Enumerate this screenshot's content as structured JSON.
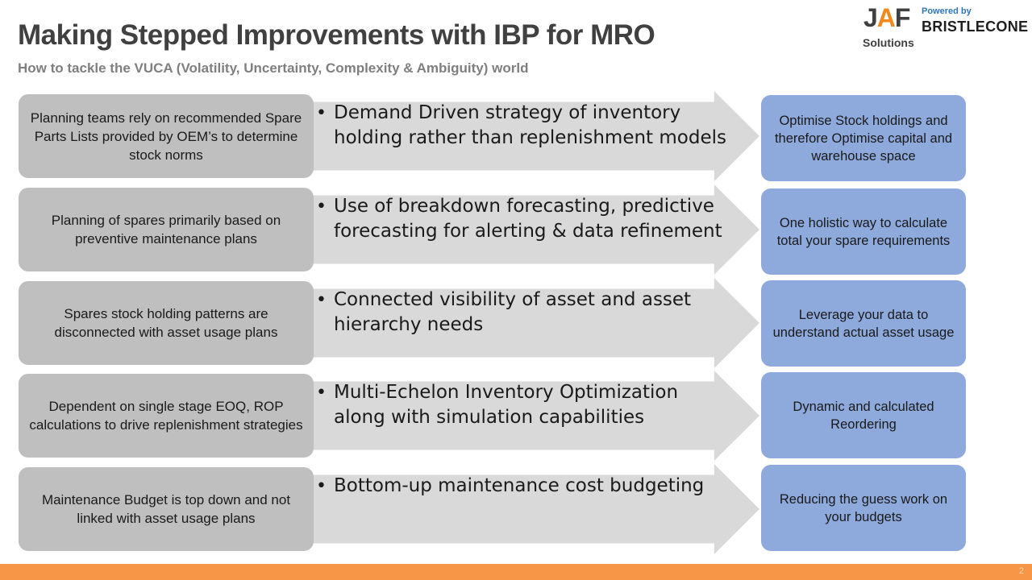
{
  "header": {
    "title": "Making Stepped Improvements with IBP for MRO",
    "subtitle": "How to tackle the VUCA (Volatility, Uncertainty, Complexity & Ambiguity) world"
  },
  "logo": {
    "jaf_j": "J",
    "jaf_a": "A",
    "jaf_f": "F",
    "solutions": "Solutions",
    "powered_by": "Powered by",
    "brand": "BRISTLECONE"
  },
  "rows": [
    {
      "challenge": "Planning teams rely on recommended Spare Parts Lists provided by OEM’s to determine stock norms",
      "approach": "Demand Driven strategy of inventory holding rather than replenishment models",
      "outcome": "Optimise Stock holdings and therefore Optimise capital and warehouse space"
    },
    {
      "challenge": "Planning of spares primarily based on preventive maintenance plans",
      "approach": "Use of breakdown forecasting, predictive forecasting for alerting & data refinement",
      "outcome": "One holistic way to calculate total your spare requirements"
    },
    {
      "challenge": "Spares stock holding patterns are disconnected with asset usage plans",
      "approach": "Connected visibility of asset and asset hierarchy needs",
      "outcome": "Leverage your data to understand actual asset usage"
    },
    {
      "challenge": "Dependent on single stage EOQ, ROP calculations to drive replenishment strategies",
      "approach": "Multi-Echelon Inventory Optimization along with simulation capabilities",
      "outcome": "Dynamic and calculated Reordering"
    },
    {
      "challenge": "Maintenance Budget is top down and not linked with asset usage plans",
      "approach": "Bottom-up maintenance cost budgeting",
      "outcome": "Reducing the guess work on your budgets"
    }
  ],
  "bullet_glyph": "•",
  "footer": {
    "page_number": "2"
  },
  "colors": {
    "challenge_box": "#bfbfbf",
    "approach_arrow": "#d9d9d9",
    "outcome_box": "#8ea9db",
    "footer_bar": "#f79646",
    "logo_accent": "#f08a1d"
  }
}
